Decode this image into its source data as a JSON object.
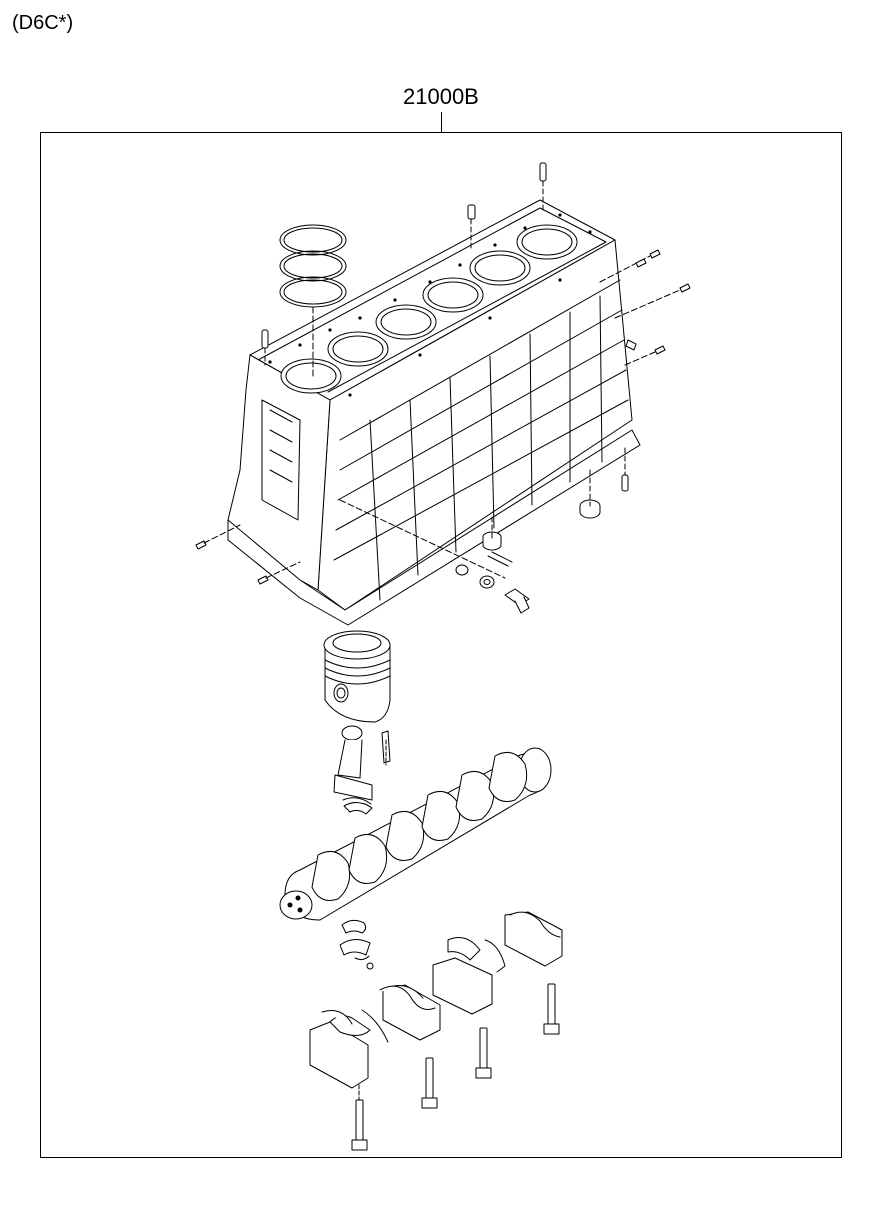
{
  "header": {
    "model_code": "(D6C*)"
  },
  "assembly": {
    "part_number": "21000B"
  },
  "components": [
    "cylinder-block",
    "piston-rings",
    "piston",
    "connecting-rod",
    "crankshaft",
    "main-bearing-caps",
    "cap-bolts",
    "dowel-pins",
    "plugs"
  ]
}
